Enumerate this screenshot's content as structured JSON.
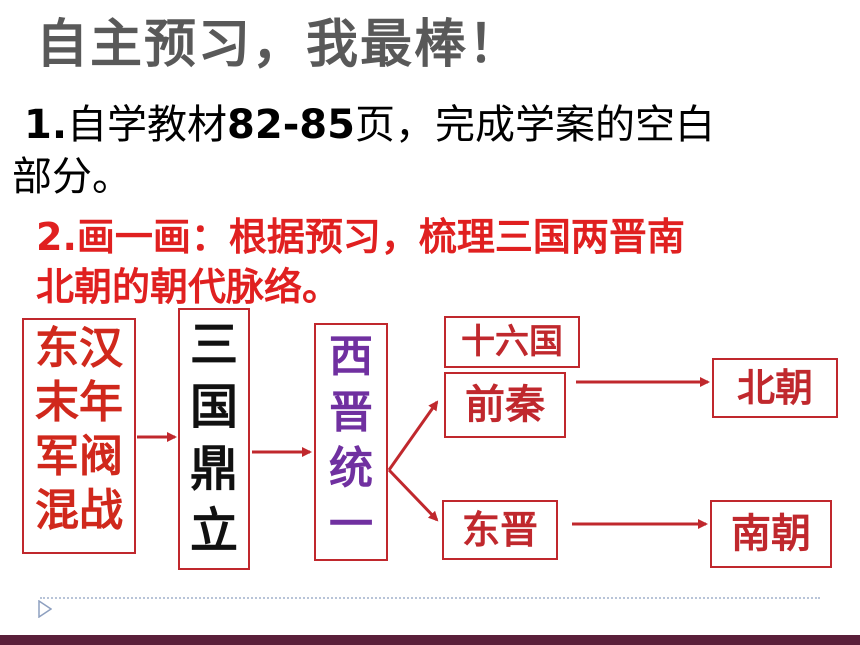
{
  "title": "自主预习，我最棒！",
  "instructions": {
    "line1_num": "1.",
    "line1_a": "自学教材",
    "line1_pages": "82-85",
    "line1_b": "页，完成学案的空白",
    "line2": "部分。",
    "line3": "2.画一画：根据预习，梳理三国两晋南",
    "line4": "北朝的朝代脉络。"
  },
  "diagram": {
    "box_a": [
      "东汉",
      "末年",
      "军阀",
      "混战"
    ],
    "box_b": [
      "三",
      "国",
      "鼎",
      "立"
    ],
    "box_c": [
      "西",
      "晋",
      "统",
      "一"
    ],
    "box_d": "十六国",
    "box_e": "前秦",
    "box_f": "东晋",
    "box_g": "北朝",
    "box_h": "南朝"
  },
  "colors": {
    "title": "#595959",
    "red": "#e02020",
    "box_border": "#c0282d",
    "purple": "#7030a0",
    "bar": "#5a1f3a"
  }
}
